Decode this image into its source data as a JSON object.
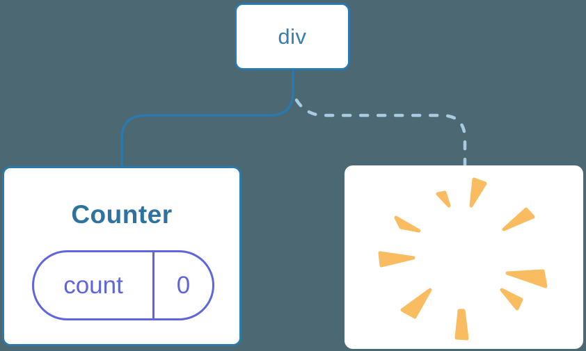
{
  "diagram": {
    "description": "Component tree: div root keeps Counter child (state preserved), removed second child goes poof (state destroyed)",
    "root": {
      "label": "div"
    },
    "children": [
      {
        "kind": "component-card",
        "title": "Counter",
        "link_style": "solid",
        "state": {
          "key": "count",
          "value": "0"
        }
      },
      {
        "kind": "removed-card",
        "icon": "poof-burst-icon",
        "link_style": "dashed"
      }
    ]
  },
  "colors": {
    "background": "#4C6872",
    "card_fill": "#FFFFFF",
    "node_border": "#2B79AD",
    "solid_link": "#2B79AD",
    "dashed_link": "#A7CBE0",
    "root_label_text": "#3A7DA9",
    "counter_title_text": "#2D739F",
    "state_pill": "#5F66DD",
    "poof_orange": "#F9BC61"
  }
}
